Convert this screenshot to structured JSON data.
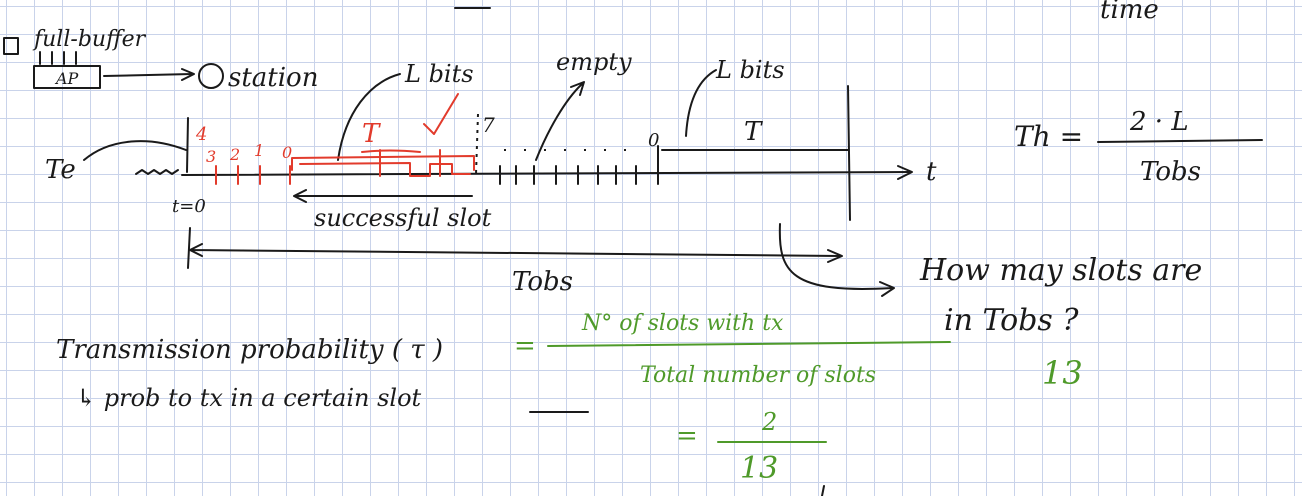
{
  "top_fragment": "time",
  "labels": {
    "full_buffer": "full-buffer",
    "ap": "AP",
    "station": "station",
    "l_bits_1": "L bits",
    "l_bits_2": "L bits",
    "empty": "empty",
    "te": "Te",
    "t_zero": "t=0",
    "time_axis": "t",
    "successful_slot": "successful slot",
    "tobs": "Tobs",
    "T1": "T",
    "T2": "T",
    "count_4": "4",
    "count_3": "3",
    "count_2": "2",
    "count_1": "1",
    "count_0a": "0",
    "count_7": "7",
    "count_0b": "0"
  },
  "throughput": {
    "lhs": "Th =",
    "numerator": "2 · L",
    "denominator": "Tobs"
  },
  "question": {
    "line1": "How may slots are",
    "line2": "in Tobs ?",
    "answer": "13"
  },
  "transmission": {
    "title": "Transmission probability ( τ )",
    "sub": "↳ prob to tx in a certain slot",
    "eq": "=",
    "numerator": "N° of slots with tx",
    "denominator": "Total number of slots",
    "eq2": "=",
    "num2": "2",
    "den2": "13"
  }
}
